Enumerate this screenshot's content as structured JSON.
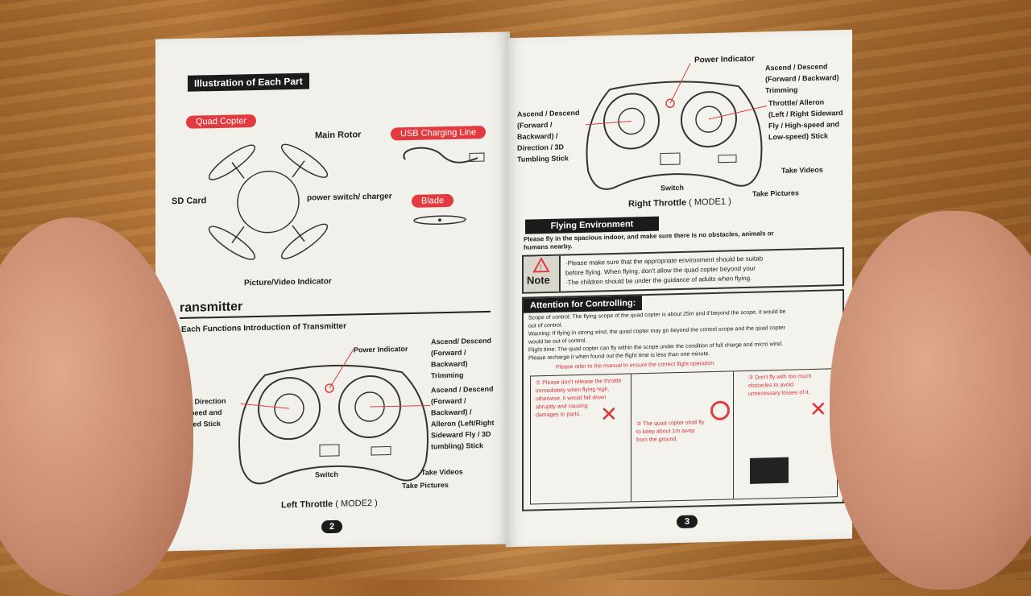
{
  "left_page": {
    "section_title": "Illustration of Each Part",
    "quad_copter_label": "Quad Copter",
    "usb_label": "USB Charging Line",
    "blade_label": "Blade",
    "main_rotor": "Main Rotor",
    "sd_card": "SD Card",
    "power_switch": "power switch/ charger",
    "picture_video_indicator": "Picture/Video Indicator",
    "transmitter_title": "ransmitter",
    "transmitter_sub": "Each Functions Introduction of Transmitter",
    "power_indicator": "Power Indicator",
    "ascend_descend_1": [
      "Ascend/ Descend",
      "(Forward /",
      "Backward)",
      "Trimming"
    ],
    "ascend_descend_2": [
      "Ascend / Descend",
      "(Forward /",
      "Backward) /",
      "Alleron (Left/Right",
      "Sideward Fly / 3D",
      "tumbling) Stick"
    ],
    "throttle": [
      "Throttle/ Direction",
      "/ High-speed and",
      "Low-speed Stick"
    ],
    "switch": "Switch",
    "take_videos": "Take Videos",
    "take_pictures": "Take Pictures",
    "left_throttle": "Left Throttle",
    "mode2": "( MODE2 )",
    "page_number": "2"
  },
  "right_page": {
    "power_indicator": "Power Indicator",
    "ascend_top": [
      "Ascend / Descend",
      "(Forward / Backward)",
      "Trimming"
    ],
    "ascend_left": [
      "Ascend / Descend",
      "(Forward /",
      "Backward) /",
      "Direction / 3D",
      "Tumbling Stick"
    ],
    "throttle_alleron": [
      "Throttle/ Alleron",
      "(Left / Right Sideward",
      "Fly / High-speed and",
      "Low-speed) Stick"
    ],
    "take_videos": "Take Videos",
    "take_pictures": "Take Pictures",
    "switch": "Switch",
    "right_throttle": "Right Throttle",
    "mode1": "( MODE1 )",
    "flying_env_title": "Flying Environment",
    "flying_env_text": [
      "Please fly in the spacious indoor, and make sure there is no obstacles, animals or",
      "humans nearby."
    ],
    "note_label": "Note",
    "note_lines": [
      "·Please make sure that the appropriate environment should be suitab",
      "  before flying. When flying, don't allow the quad copter beyond your",
      "·The children should be under the guidance of adults when flying."
    ],
    "attention_title": "Attention for Controlling:",
    "attention_lines": [
      "Scope of control: The flying scope of the quad copter is about 25m and if beyond the scope, it would be",
      "out of control.",
      "Warning: If flying in strong wind, the quad copter may go beyond the control scope and the quad copter",
      "would be out of control.",
      "Flight time: The quad copter can fly within the scope under the condition of full charge and micro wind.",
      "Please recharge it when found out the flight time is less than one minute."
    ],
    "manual_note": "Please refer to the manual to ensure the correct flight operation.",
    "panel1": [
      "① Please don't release the throttle",
      "immediately when flying high,",
      "otherwise, it would fall down",
      "abruptly and causing",
      "damages to parts."
    ],
    "panel2": [
      "② The quad copter shall fly",
      "to keep about 1m away",
      "from the ground."
    ],
    "panel3": [
      "③ Don't fly with too much",
      "obstacles to avoid",
      "unnecessary losses of it."
    ],
    "page_number": "3"
  },
  "colors": {
    "red": "#e23a3f",
    "black": "#1b1b1b",
    "paper": "#f1f0ea",
    "wood": "#a8692e"
  }
}
